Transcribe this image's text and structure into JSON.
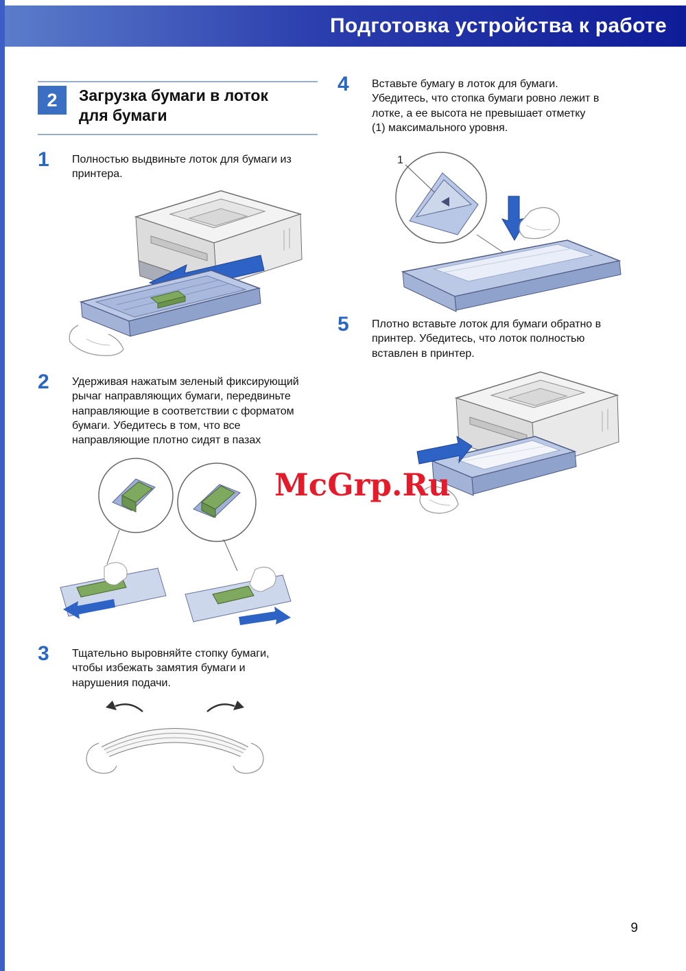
{
  "page": {
    "header_title": "Подготовка устройства к работе",
    "watermark": "McGrp.Ru",
    "page_number": "9"
  },
  "section": {
    "number": "2",
    "title": "Загрузка бумаги в лоток для бумаги"
  },
  "steps": [
    {
      "number": "1",
      "text": "Полностью выдвиньте лоток для бумаги из принтера."
    },
    {
      "number": "2",
      "text": "Удерживая нажатым зеленый фиксирующий рычаг направляющих бумаги, передвиньте направляющие в соответствии с форматом бумаги. Убедитесь в том, что все направляющие плотно сидят в пазах"
    },
    {
      "number": "3",
      "text": "Тщательно выровняйте стопку бумаги, чтобы избежать замятия бумаги и нарушения подачи."
    },
    {
      "number": "4",
      "text": "Вставьте бумагу в лоток для бумаги. Убедитесь, что стопка бумаги ровно лежит в лотке, а ее высота не превышает отметку (1) максимального уровня."
    },
    {
      "number": "5",
      "text": "Плотно вставьте лоток для бумаги обратно в принтер. Убедитесь, что лоток полностью вставлен в принтер."
    }
  ],
  "figures": {
    "step4_callout_label": "1"
  },
  "colors": {
    "header_gradient_start": "#5b7cca",
    "header_gradient_end": "#0e1c98",
    "accent_blue": "#2a66c4",
    "tray_blue": "#bcc9e6",
    "guide_green": "#7fa95e",
    "watermark_red": "#e41b2a"
  }
}
